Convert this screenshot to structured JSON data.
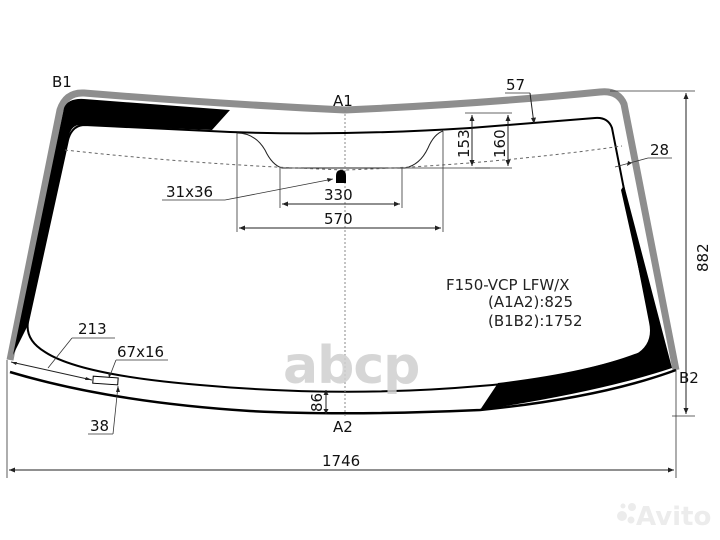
{
  "drawing": {
    "part_code": "F150-VCP LFW/X",
    "a1a2": "(A1A2):825",
    "b1b2": "(B1B2):1752",
    "points": {
      "a1": "A1",
      "a2": "A2",
      "b1": "B1",
      "b2": "B2"
    },
    "dimensions": {
      "overall_width": "1746",
      "overall_height": "882",
      "top_band": "57",
      "side_band": "28",
      "sensor_area_depth_153": "153",
      "sensor_area_depth_160": "160",
      "sensor_area_inner_width": "330",
      "sensor_area_outer_width": "570",
      "mirror_mount": "31x36",
      "vin_window_offset": "213",
      "vin_window_size": "67x16",
      "vin_window_bottom": "38",
      "bottom_band": "86"
    }
  },
  "watermarks": {
    "abcp": "abcp",
    "avito": "Avito"
  },
  "colors": {
    "frit": "#000000",
    "edge_molding": "#8a8a8a",
    "lines": "#222222",
    "watermark": "#cfcfcf"
  }
}
